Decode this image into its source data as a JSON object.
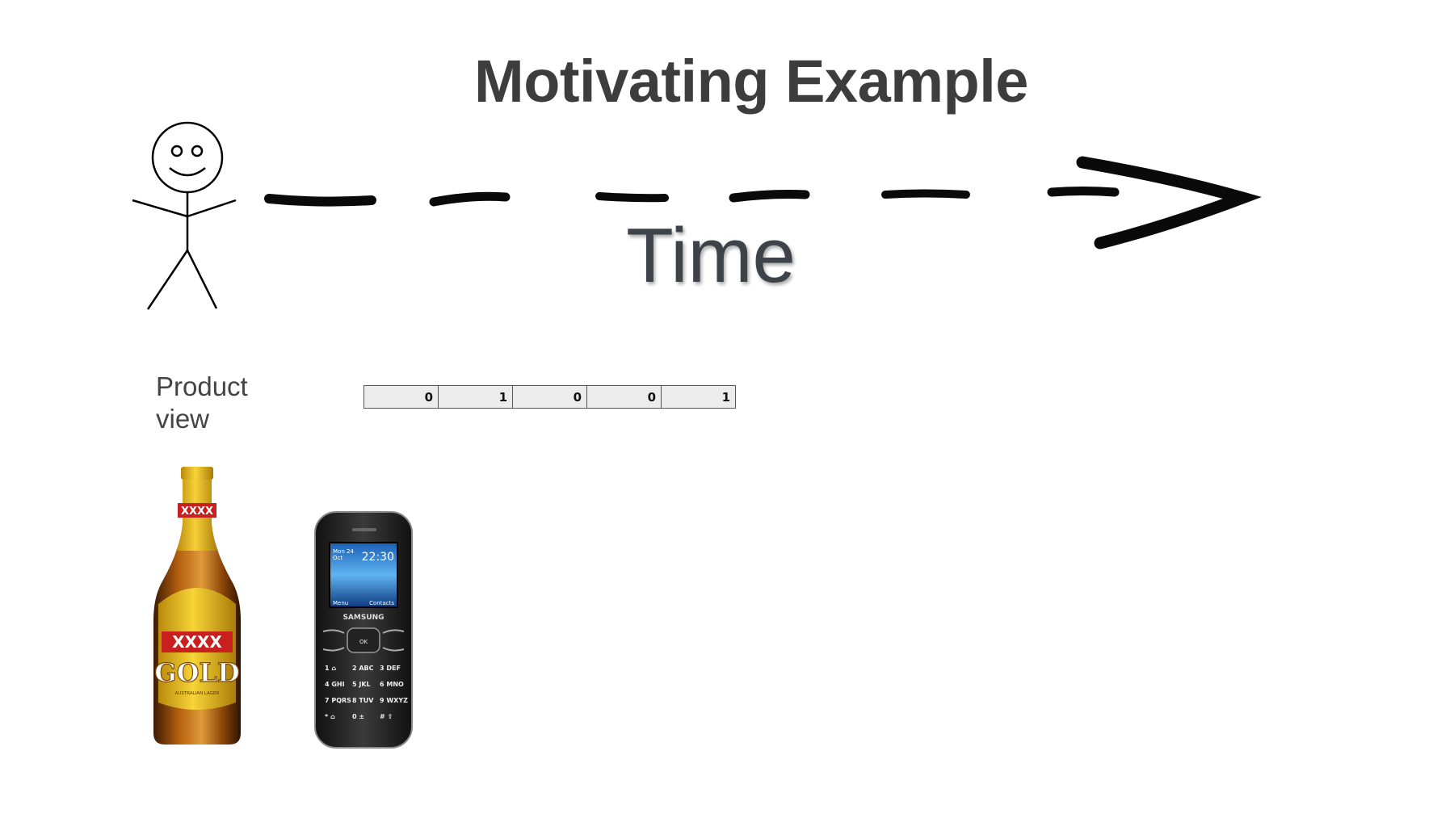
{
  "slide": {
    "title": "Motivating Example",
    "time_label": "Time",
    "product_view_label_line1": "Product",
    "product_view_label_line2": "view"
  },
  "product_view_values": [
    "0",
    "1",
    "0",
    "0",
    "1"
  ],
  "beer": {
    "brand_top": "XXXX",
    "brand_main": "XXXX",
    "brand_gold": "GOLD",
    "subtitle": "AUSTRALIAN LAGER"
  },
  "phone": {
    "date": "Mon 24",
    "month": "Oct",
    "clock": "22:30",
    "left_softkey": "Menu",
    "right_softkey": "Contacts",
    "brand": "SAMSUNG",
    "ok_key": "OK",
    "keys": [
      "1 ⌂",
      "2 ABC",
      "3 DEF",
      "4 GHI",
      "5 JKL",
      "6 MNO",
      "7 PQRS",
      "8 TUV",
      "9 WXYZ",
      "* ⌂",
      "0 ±",
      "# ⇧"
    ]
  },
  "colors": {
    "title": "#3d3d3d",
    "time_label": "#3e4349",
    "cell_background": "#ececec",
    "beer_amber": "#a8560e",
    "beer_label_gold": "#f2c21b",
    "beer_label_red": "#c8201e",
    "phone_body": "#2a2a2a",
    "phone_screen": "#2a7fd0"
  }
}
